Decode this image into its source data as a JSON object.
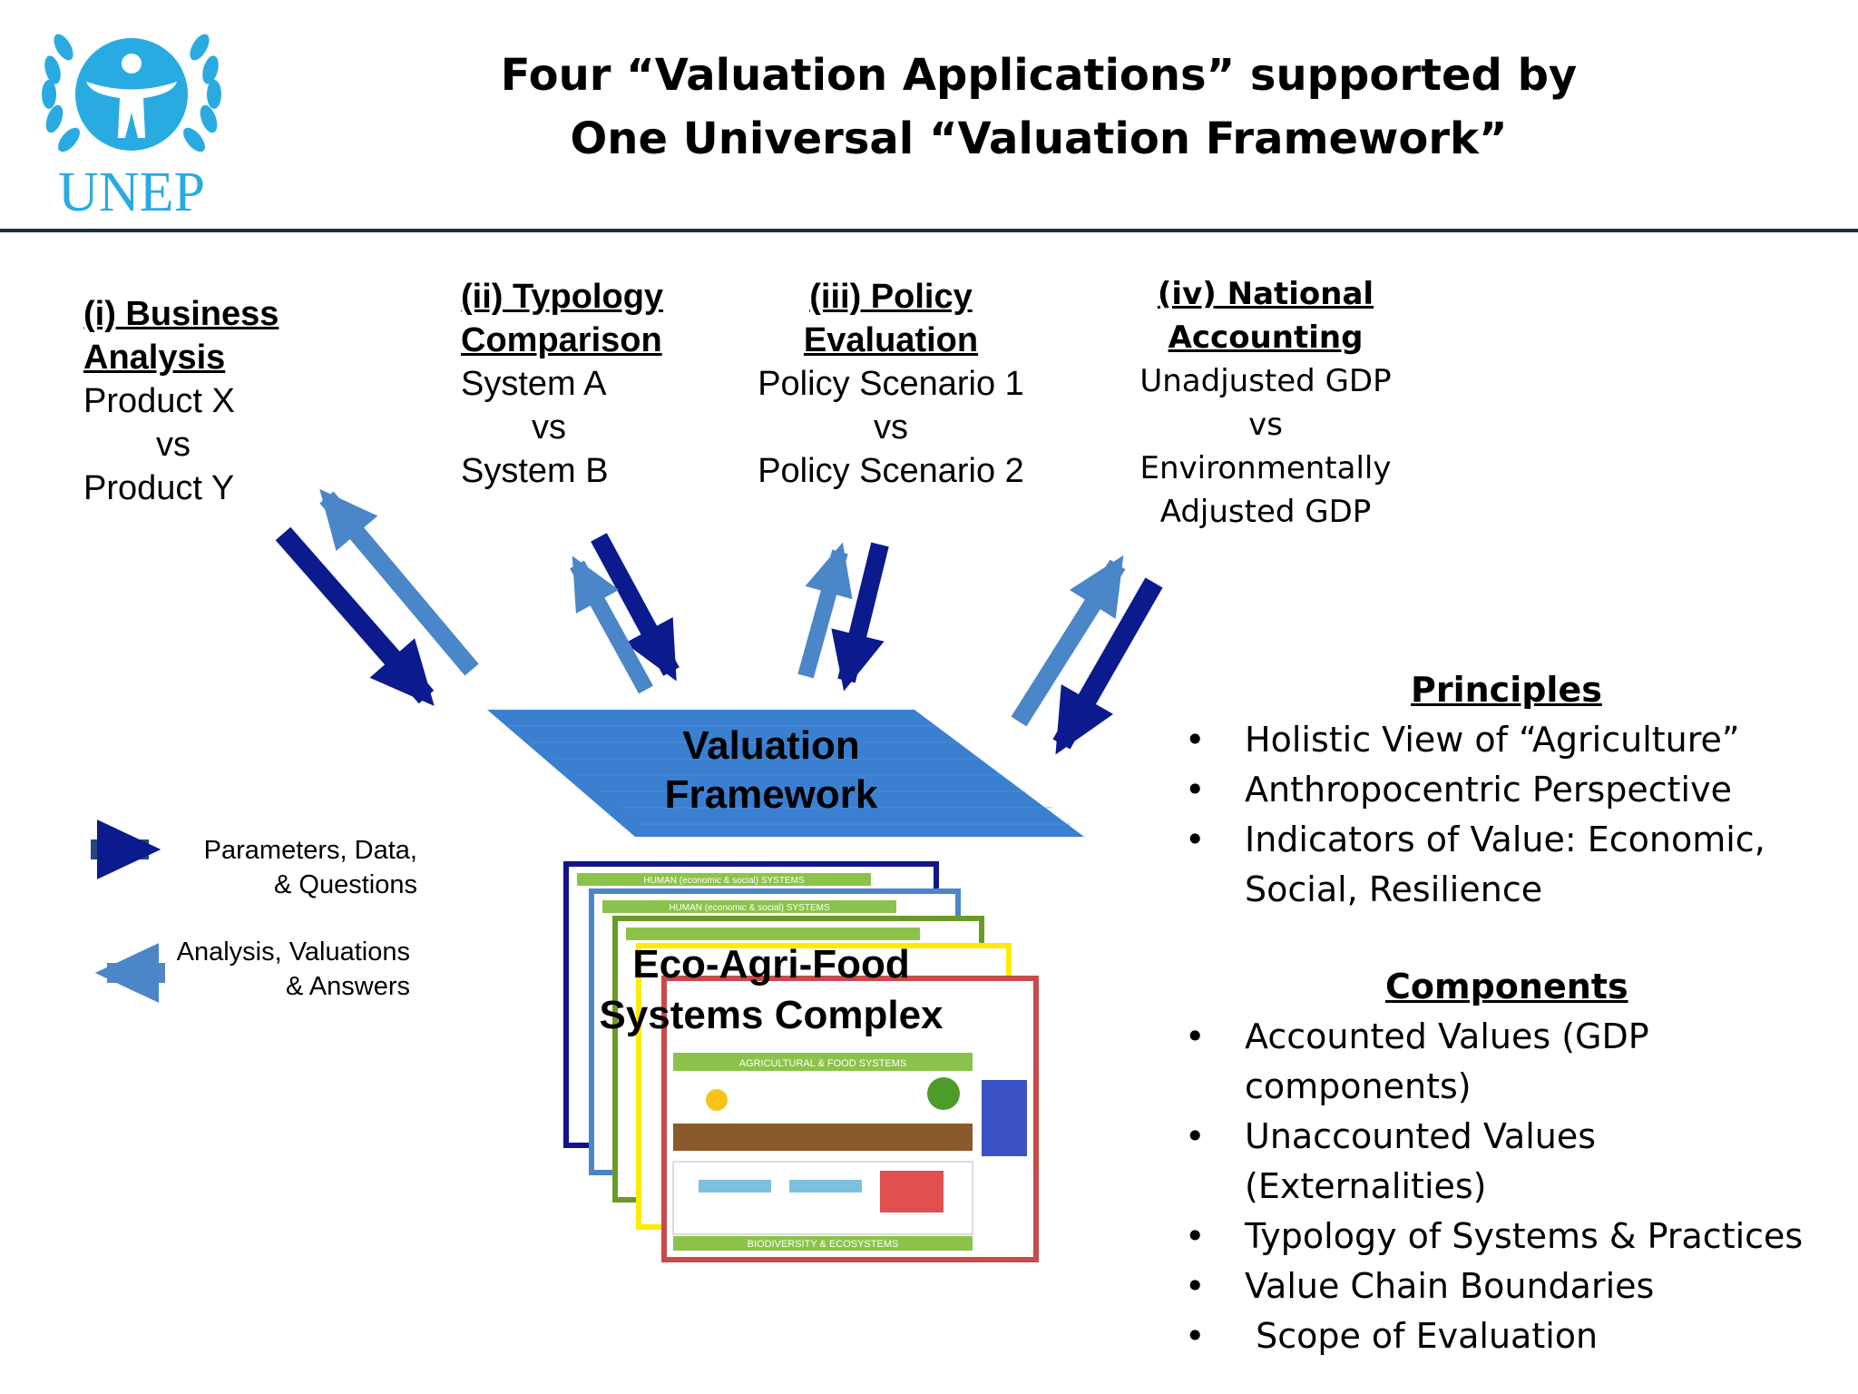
{
  "header": {
    "logo_text": "UNEP",
    "title_line1": "Four “Valuation Applications” supported by",
    "title_line2": "One Universal “Valuation Framework”"
  },
  "applications": [
    {
      "heading_line1": "(i) Business",
      "heading_line2": "Analysis",
      "line1": "Product X",
      "line2": "vs",
      "line3": "Product Y"
    },
    {
      "heading_line1": "(ii) Typology",
      "heading_line2": "Comparison",
      "line1": "System A",
      "line2": "vs",
      "line3": "System B"
    },
    {
      "heading_line1": "(iii) Policy",
      "heading_line2": "Evaluation",
      "line1": "Policy Scenario 1",
      "line2": "vs",
      "line3": "Policy Scenario 2"
    },
    {
      "heading_line1": "(iv) National",
      "heading_line2": "Accounting",
      "line1": "Unadjusted GDP",
      "line2": "vs",
      "line3": "Environmentally",
      "line4": "Adjusted GDP"
    }
  ],
  "framework": {
    "line1": "Valuation",
    "line2": "Framework"
  },
  "eco": {
    "line1": "Eco-Agri-Food",
    "line2": "Systems Complex",
    "card_header1": "HUMAN (economic & social) SYSTEMS",
    "card_header2": "HUMAN (economic & social) SYSTEMS",
    "ag_header": "AGRICULTURAL & FOOD SYSTEMS",
    "bio_footer": "BIODIVERSITY & ECOSYSTEMS"
  },
  "legend": {
    "item1_line1": "Parameters, Data,",
    "item1_line2": "& Questions",
    "item2_line1": "Analysis, Valuations",
    "item2_line2": "& Answers"
  },
  "principles": {
    "title": "Principles",
    "items": [
      "Holistic View of “Agriculture”",
      "Anthropocentric Perspective",
      "Indicators of Value: Economic, Social, Resilience"
    ]
  },
  "components": {
    "title": "Components",
    "items": [
      "Accounted Values  (GDP components)",
      "Unaccounted Values (Externalities)",
      "Typology of Systems & Practices",
      "Value Chain Boundaries",
      " Scope of Evaluation"
    ]
  },
  "colors": {
    "dark_arrow": "#0b1a8c",
    "light_arrow": "#4a86c8",
    "logo": "#29abe2",
    "framework": "#3a7fd0"
  }
}
